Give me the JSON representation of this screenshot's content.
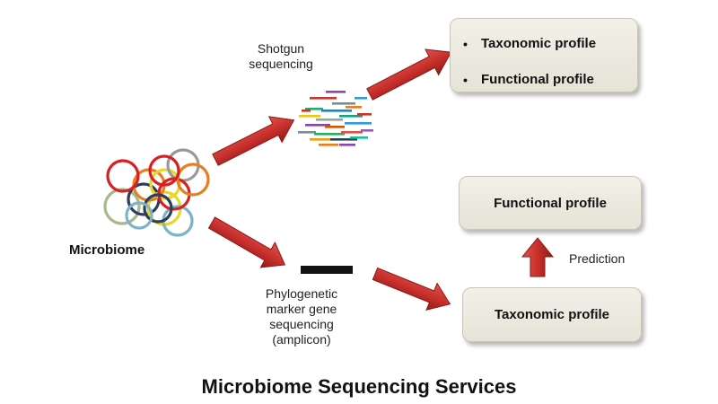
{
  "diagram": {
    "shotgun_label": [
      "Shotgun",
      "sequencing"
    ],
    "shotgun_results": [
      "Taxonomic profile",
      "Functional profile"
    ],
    "microbiome_label": "Microbiome",
    "amplicon_label": [
      "Phylogenetic",
      "marker gene",
      "sequencing",
      "(amplicon)"
    ],
    "amplicon_result": "Taxonomic profile",
    "predicted_result": "Functional profile",
    "prediction_label": "Prediction",
    "bullet_glyph": "•"
  },
  "title": "Microbiome Sequencing Services",
  "colors": {
    "arrow_fill": "#c8302c",
    "arrow_dark": "#8e1a17",
    "box_fill": "#ece9df",
    "box_border": "#c9c6b8",
    "marker_bar": "#111111"
  },
  "rings": [
    {
      "color": "#a8b98c"
    },
    {
      "color": "#2c3e5c"
    },
    {
      "color": "#e8d82a"
    },
    {
      "color": "#7fb3c8"
    },
    {
      "color": "#e67e22"
    },
    {
      "color": "#d92020"
    },
    {
      "color": "#e8d82a"
    },
    {
      "color": "#999999"
    },
    {
      "color": "#d92020"
    },
    {
      "color": "#e67e22"
    },
    {
      "color": "#2c3e5c"
    },
    {
      "color": "#d92020"
    },
    {
      "color": "#7fb3c8"
    }
  ],
  "reads": [
    {
      "color": "#8e44ad"
    },
    {
      "color": "#c0392b"
    },
    {
      "color": "#7f8c8d"
    },
    {
      "color": "#27ae60"
    },
    {
      "color": "#2980b9"
    },
    {
      "color": "#e67e22"
    },
    {
      "color": "#f1c40f"
    },
    {
      "color": "#95a5a6"
    },
    {
      "color": "#16a085"
    },
    {
      "color": "#c0392b"
    },
    {
      "color": "#8e44ad"
    },
    {
      "color": "#d35400"
    },
    {
      "color": "#3498db"
    },
    {
      "color": "#7f8c8d"
    },
    {
      "color": "#27ae60"
    },
    {
      "color": "#e74c3c"
    },
    {
      "color": "#9b59b6"
    },
    {
      "color": "#f39c12"
    },
    {
      "color": "#2c3e50"
    },
    {
      "color": "#1abc9c"
    },
    {
      "color": "#e67e22"
    },
    {
      "color": "#8e44ad"
    },
    {
      "color": "#c0392b"
    },
    {
      "color": "#3498db"
    }
  ]
}
